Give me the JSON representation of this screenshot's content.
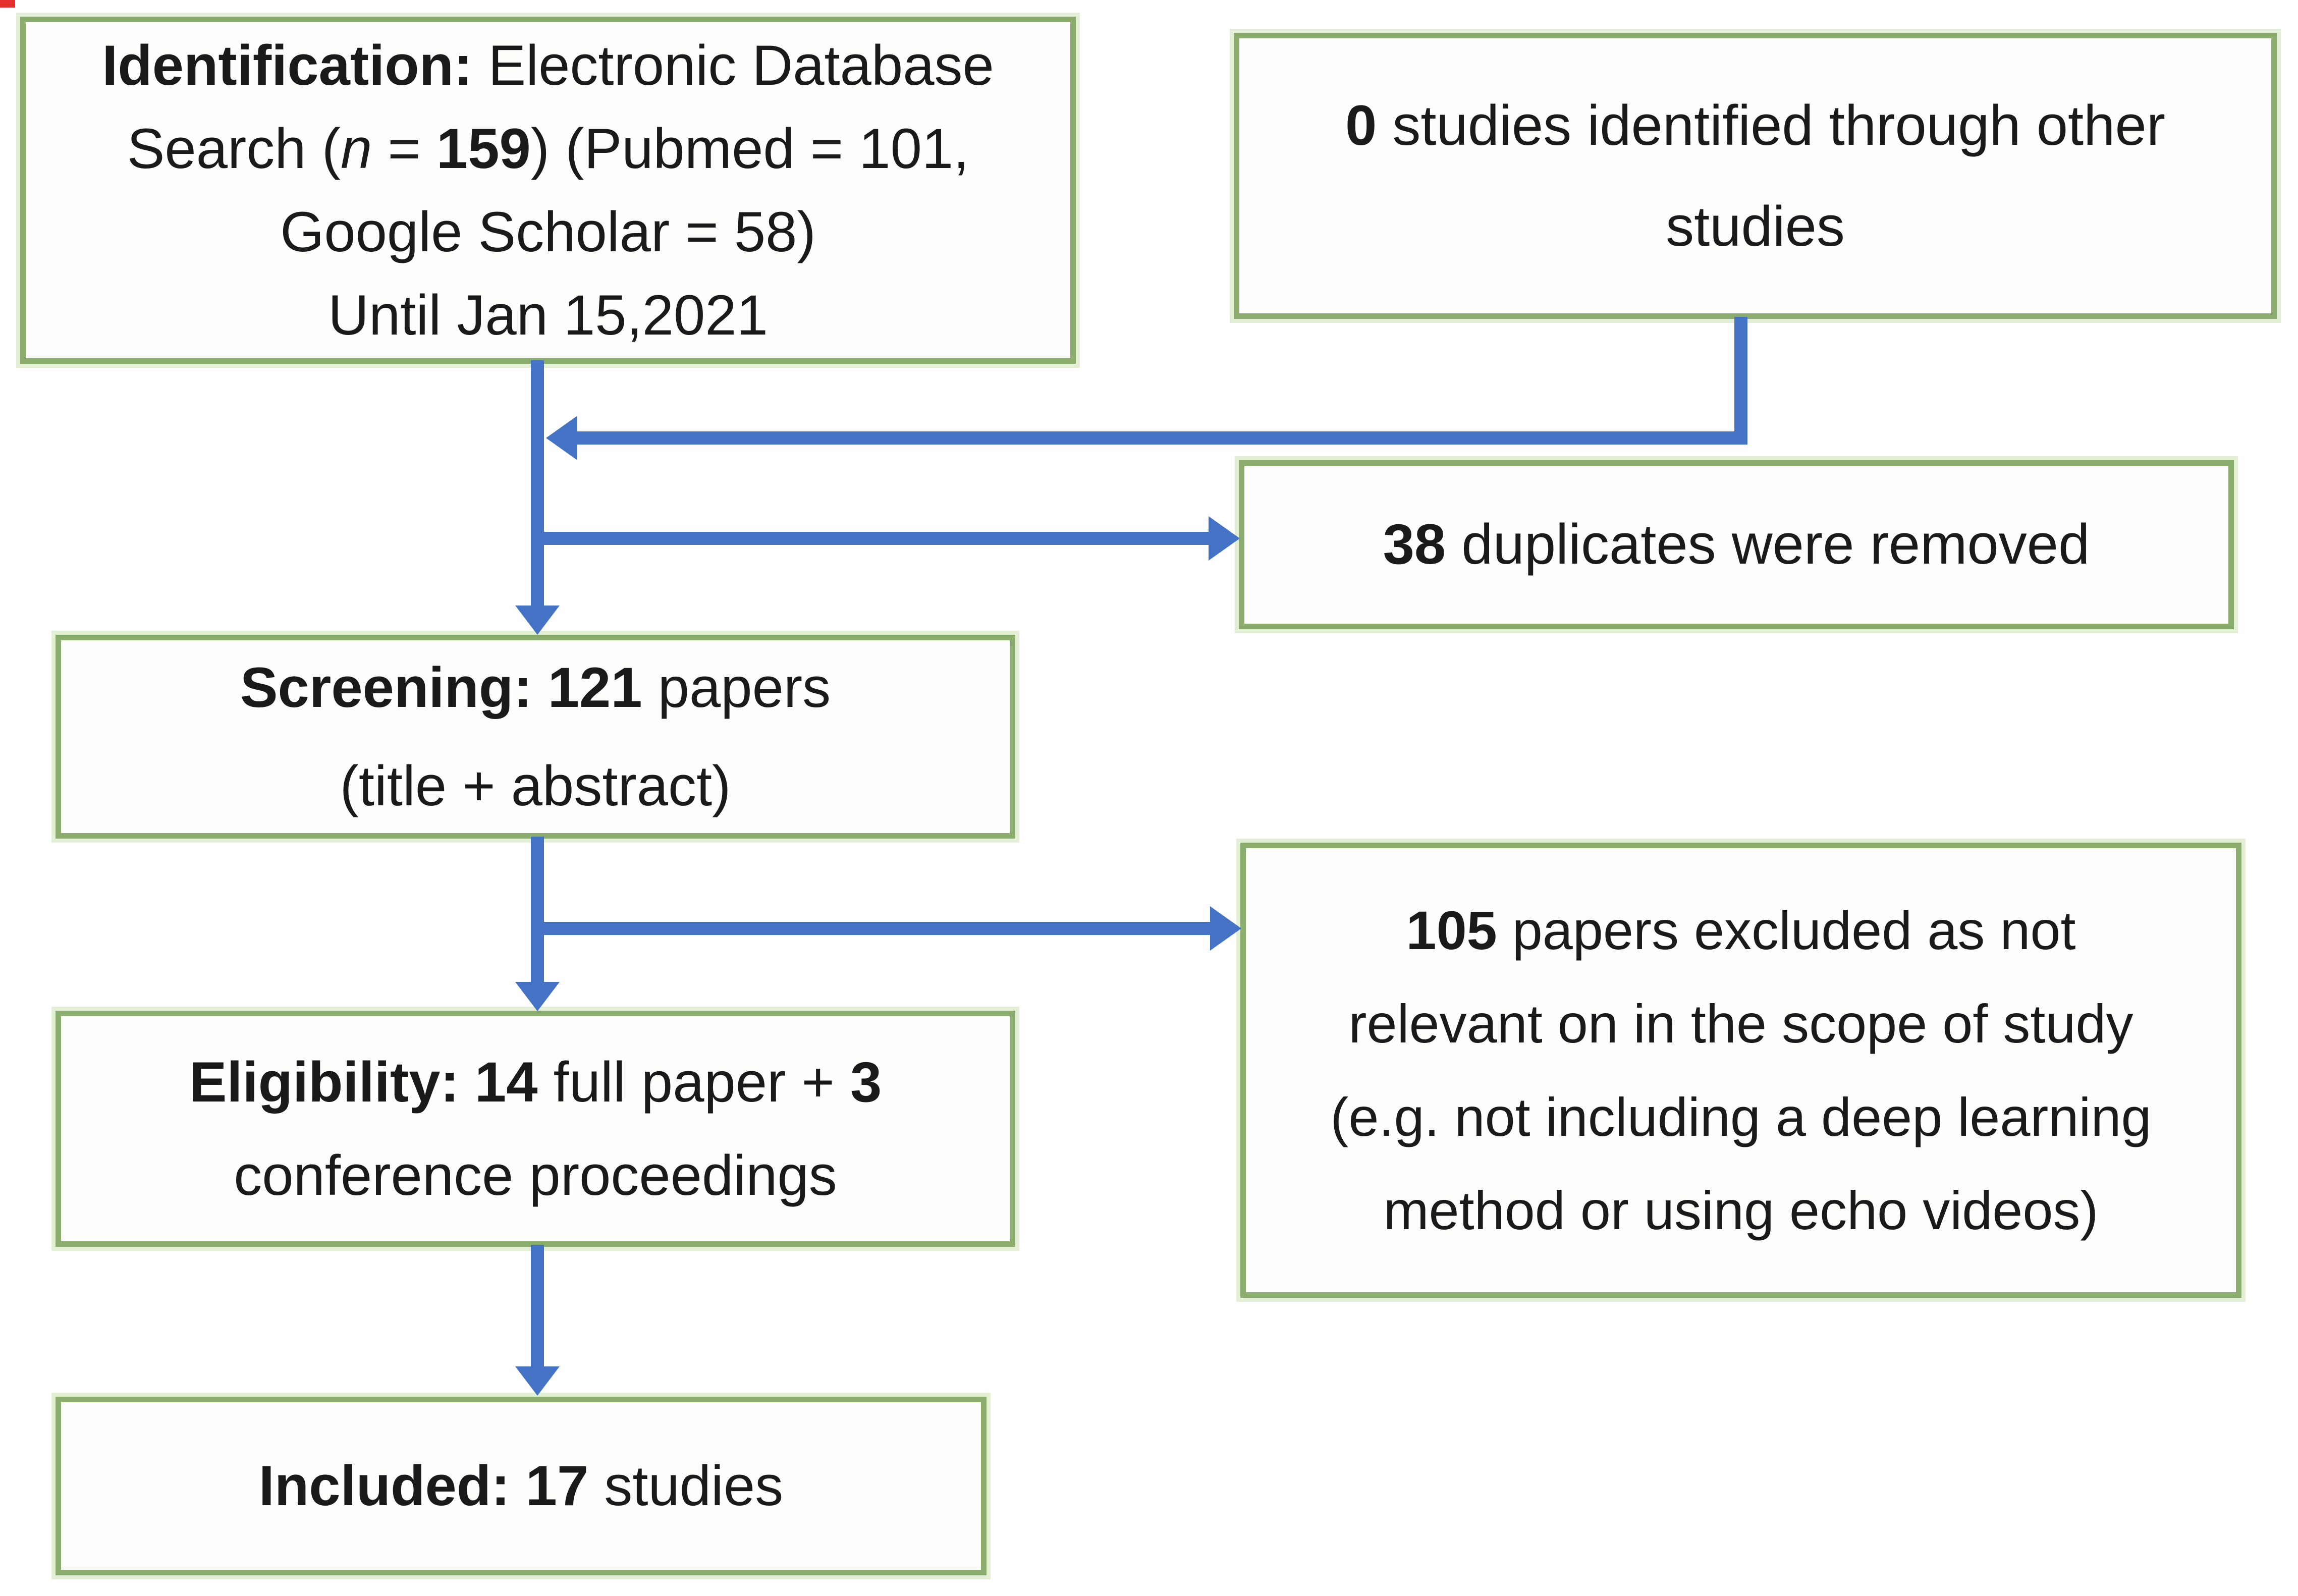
{
  "colors": {
    "arrow": "#4472c4",
    "box_border": "#8aad6d",
    "box_halo": "#e3f0d5",
    "box_fill": "#fdfdfc",
    "text": "#1a1a1a",
    "bg": "#ffffff",
    "artifact": "#e5312e"
  },
  "boxes": {
    "identification": {
      "lines": [
        [
          {
            "t": "Identification:",
            "b": 1
          },
          {
            "t": " Electronic Database"
          }
        ],
        [
          {
            "t": "Search ("
          },
          {
            "t": "n",
            "i": 1
          },
          {
            "t": " = "
          },
          {
            "t": "159",
            "b": 1
          },
          {
            "t": ") (Pubmed = 101,"
          }
        ],
        [
          {
            "t": "Google Scholar = 58)"
          }
        ],
        [
          {
            "t": "Until Jan 15,2021"
          }
        ]
      ]
    },
    "other_studies": {
      "lines": [
        [
          {
            "t": "0",
            "b": 1
          },
          {
            "t": " studies identified through other"
          }
        ],
        [
          {
            "t": "studies"
          }
        ]
      ]
    },
    "duplicates": {
      "lines": [
        [
          {
            "t": "38",
            "b": 1
          },
          {
            "t": " duplicates were removed"
          }
        ]
      ]
    },
    "screening": {
      "lines": [
        [
          {
            "t": "Screening: 121",
            "b": 1
          },
          {
            "t": " papers"
          }
        ],
        [
          {
            "t": "(title + abstract)"
          }
        ]
      ]
    },
    "excluded": {
      "lines": [
        [
          {
            "t": "105",
            "b": 1
          },
          {
            "t": " papers excluded as not"
          }
        ],
        [
          {
            "t": "relevant on in the scope of study"
          }
        ],
        [
          {
            "t": "(e.g. not including a deep learning"
          }
        ],
        [
          {
            "t": "method or using echo videos)"
          }
        ]
      ]
    },
    "eligibility": {
      "lines": [
        [
          {
            "t": "Eligibility: 14",
            "b": 1
          },
          {
            "t": " full paper + "
          },
          {
            "t": "3",
            "b": 1
          }
        ],
        [
          {
            "t": "conference proceedings"
          }
        ]
      ]
    },
    "included": {
      "lines": [
        [
          {
            "t": "Included: 17",
            "b": 1
          },
          {
            "t": " studies"
          }
        ]
      ]
    }
  }
}
